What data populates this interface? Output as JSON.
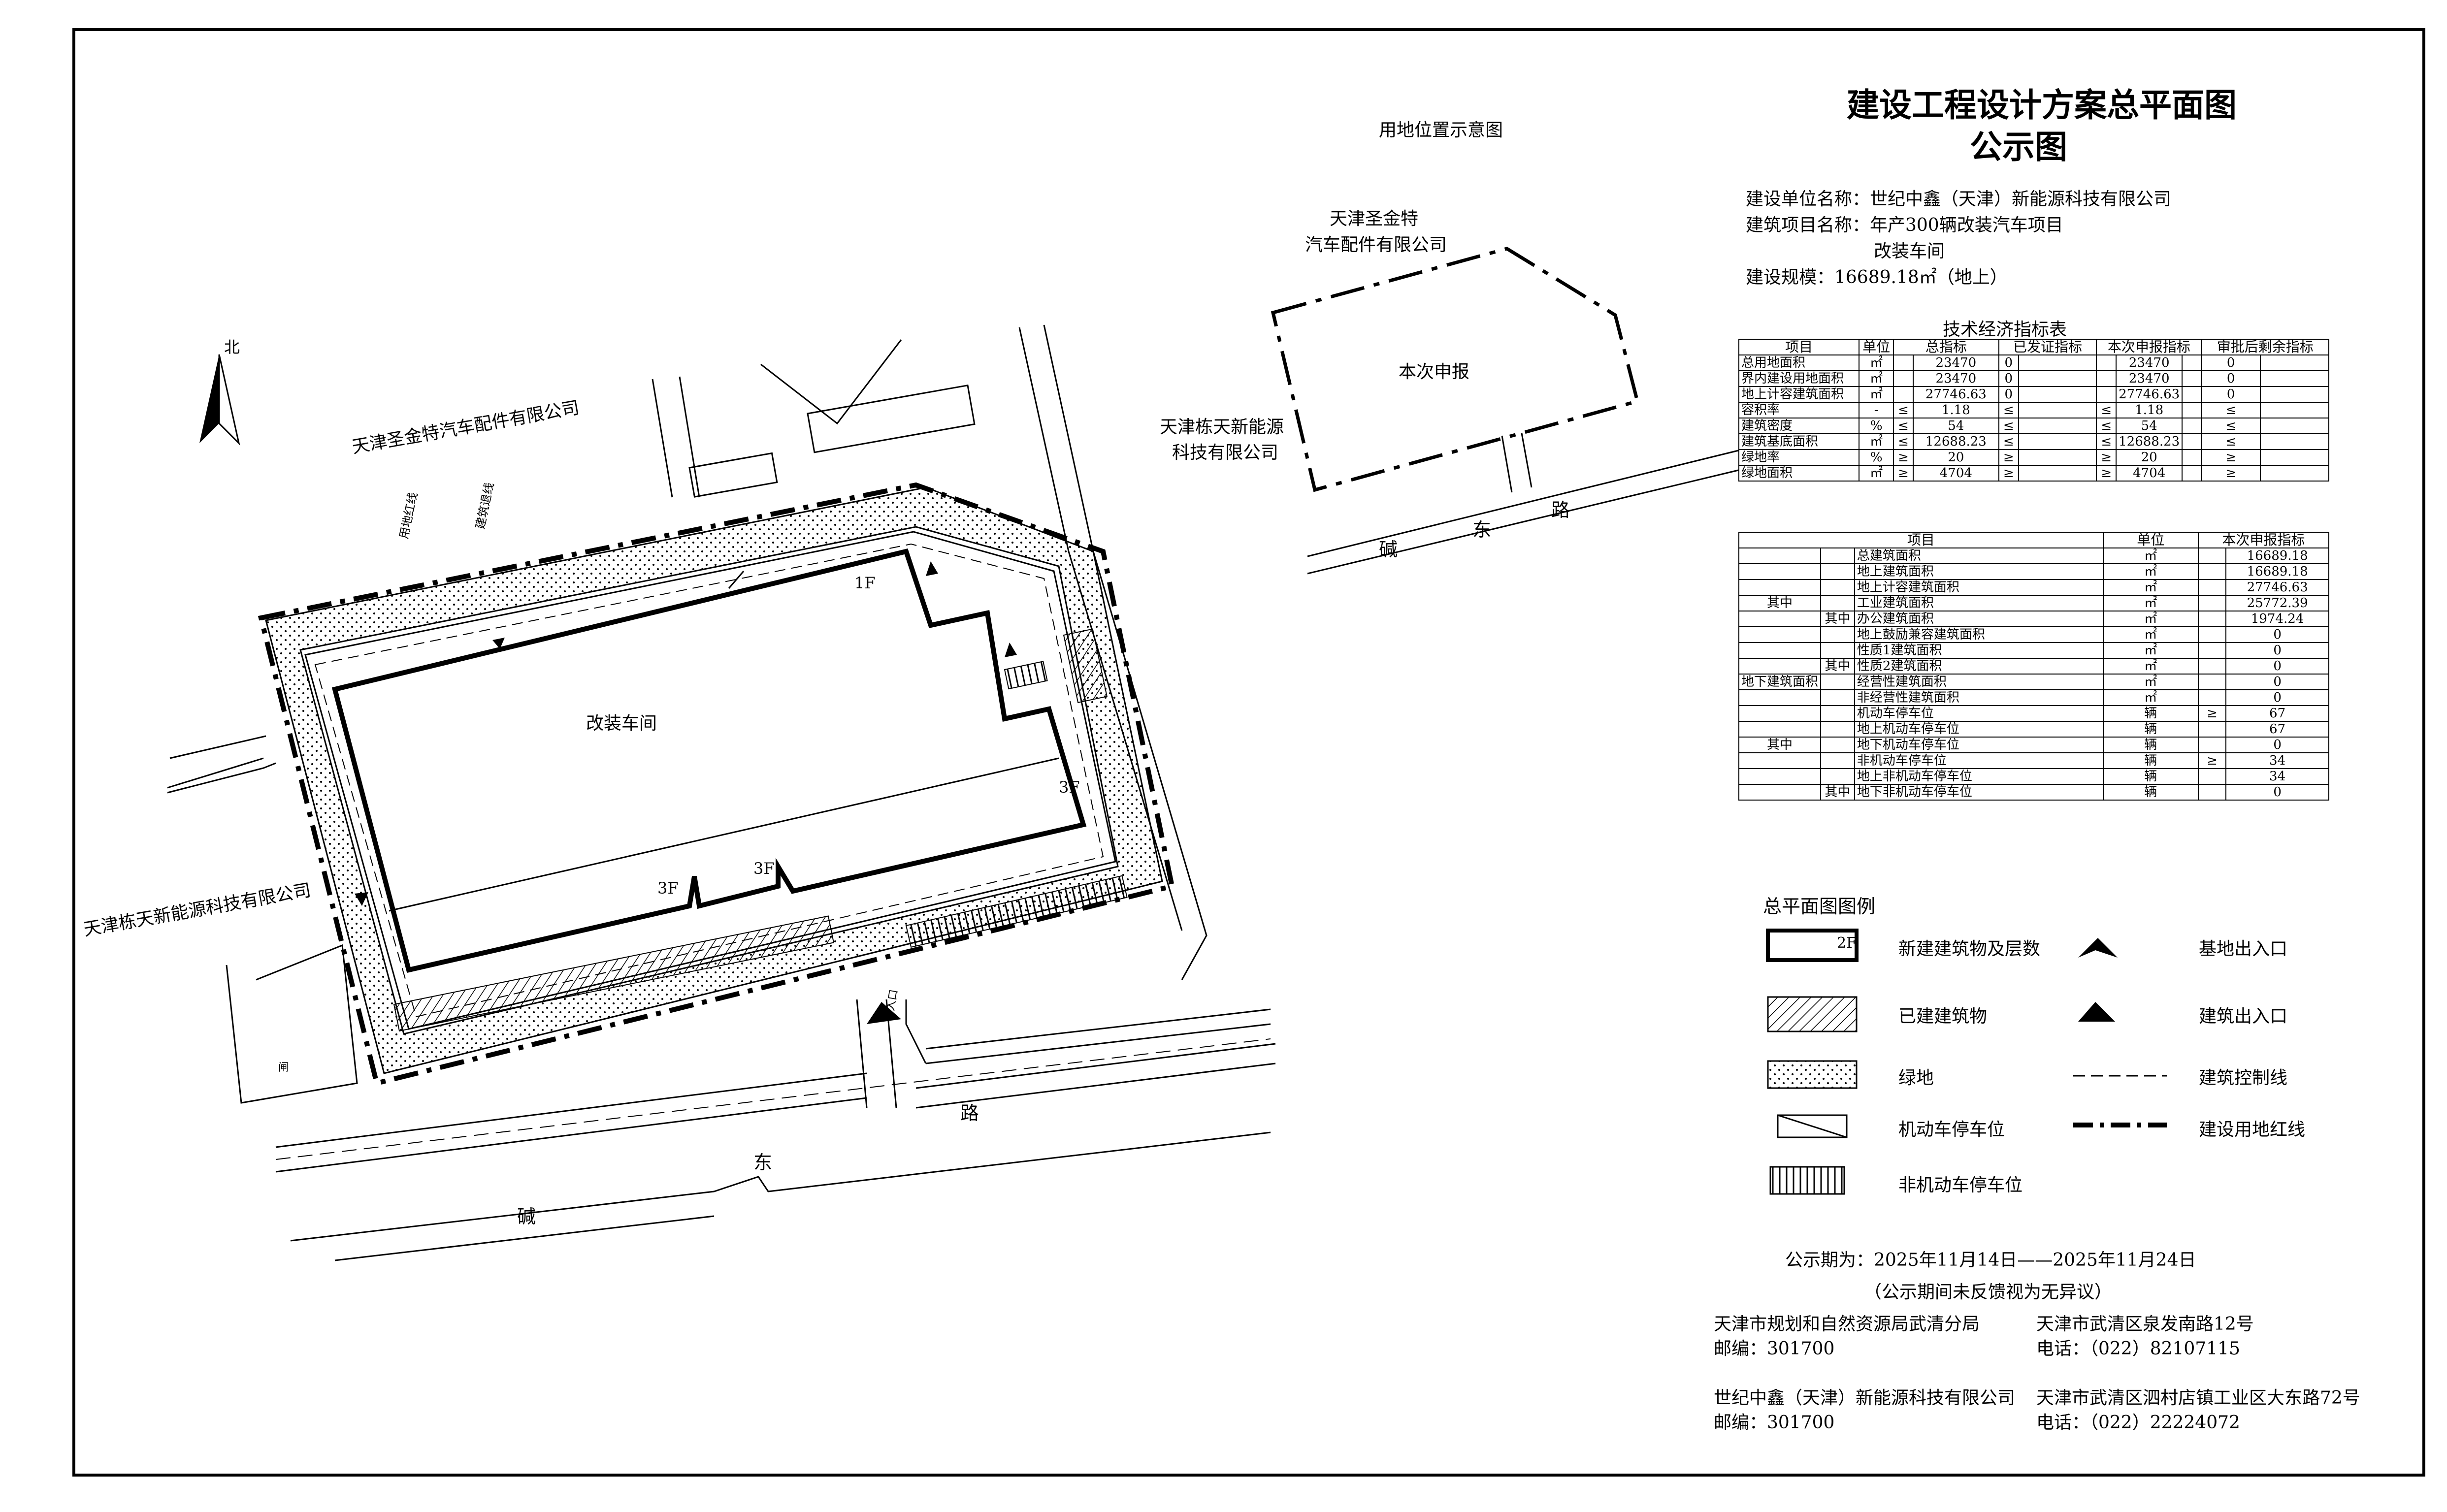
{
  "title": {
    "line1": "建设工程设计方案总平面图",
    "line2": "公示图"
  },
  "location_caption": "用地位置示意图",
  "project_info": {
    "unit": "建设单位名称：世纪中鑫（天津）新能源科技有限公司",
    "project": "建筑项目名称：年产300辆改装汽车项目",
    "project2": "改装车间",
    "scale": "建设规模：16689.18㎡（地上）"
  },
  "site_labels": {
    "neighbor_north": "天津圣金特汽车配件有限公司",
    "neighbor_west": "天津栋天新能源科技有限公司",
    "building": "改装车间",
    "road_1": "碱",
    "road_2": "东",
    "road_3": "路",
    "floor_1f": "1F",
    "floor_3f_a": "3F",
    "floor_3f_b": "3F",
    "floor_3f_c": "3F",
    "north": "北",
    "entrance": "入口",
    "red_line": "用地红线",
    "control_line": "建筑退线",
    "gate": "闸"
  },
  "locator": {
    "top_company_1": "天津圣金特",
    "top_company_2": "汽车配件有限公司",
    "left_company_1": "天津栋天新能源",
    "left_company_2": "科技有限公司",
    "site": "本次申报",
    "road_1": "碱",
    "road_2": "东",
    "road_3": "路"
  },
  "index_table": {
    "title": "技术经济指标表",
    "headers": [
      "项目",
      "单位",
      "总指标",
      "已发证指标",
      "本次申报指标",
      "审批后剩余指标"
    ],
    "rows1": [
      [
        "总用地面积",
        "㎡",
        "",
        "23470",
        "0",
        "",
        "23470",
        "0"
      ],
      [
        "界内建设用地面积",
        "㎡",
        "",
        "23470",
        "0",
        "",
        "23470",
        "0"
      ],
      [
        "地上计容建筑面积",
        "㎡",
        "",
        "27746.63",
        "0",
        "",
        "27746.63",
        "0"
      ],
      [
        "容积率",
        "-",
        "≤",
        "1.18",
        "≤",
        "≤",
        "1.18",
        "≤"
      ],
      [
        "建筑密度",
        "%",
        "≤",
        "54",
        "≤",
        "≤",
        "54",
        "≤"
      ],
      [
        "建筑基底面积",
        "㎡",
        "≤",
        "12688.23",
        "≤",
        "≤",
        "12688.23",
        "≤"
      ],
      [
        "绿地率",
        "%",
        "≥",
        "20",
        "≥",
        "≥",
        "20",
        "≥"
      ],
      [
        "绿地面积",
        "㎡",
        "≥",
        "4704",
        "≥",
        "≥",
        "4704",
        "≥"
      ]
    ],
    "headers2": [
      "项目",
      "单位",
      "本次申报指标"
    ],
    "rows2": [
      [
        "总建筑面积",
        "㎡",
        "",
        "16689.18"
      ],
      [
        "地上建筑面积",
        "㎡",
        "",
        "16689.18"
      ],
      [
        "地上计容建筑面积",
        "㎡",
        "",
        "27746.63"
      ],
      [
        "工业建筑面积",
        "㎡",
        "",
        "25772.39"
      ],
      [
        "办公建筑面积",
        "㎡",
        "",
        "1974.24"
      ],
      [
        "地上鼓励兼容建筑面积",
        "㎡",
        "",
        "0"
      ],
      [
        "性质1建筑面积",
        "㎡",
        "",
        "0"
      ],
      [
        "性质2建筑面积",
        "㎡",
        "",
        "0"
      ],
      [
        "经营性建筑面积",
        "㎡",
        "",
        "0"
      ],
      [
        "非经营性建筑面积",
        "㎡",
        "",
        "0"
      ],
      [
        "机动车停车位",
        "辆",
        "≥",
        "67"
      ],
      [
        "地上机动车停车位",
        "辆",
        "",
        "67"
      ],
      [
        "地下机动车停车位",
        "辆",
        "",
        "0"
      ],
      [
        "非机动车停车位",
        "辆",
        "≥",
        "34"
      ],
      [
        "地上非机动车停车位",
        "辆",
        "",
        "34"
      ],
      [
        "地下非机动车停车位",
        "辆",
        "",
        "0"
      ]
    ],
    "group_labels": {
      "qizhong": "其中",
      "underground": "地下建筑面积"
    }
  },
  "legend": {
    "title": "总平面图图例",
    "items": [
      {
        "symbol": "2F",
        "label": "新建建筑物及层数"
      },
      {
        "label": "已建建筑物"
      },
      {
        "label": "绿地"
      },
      {
        "label": "机动车停车位"
      },
      {
        "label": "非机动车停车位"
      },
      {
        "label": "基地出入口"
      },
      {
        "label": "建筑出入口"
      },
      {
        "label": "建筑控制线"
      },
      {
        "label": "建设用地红线"
      }
    ]
  },
  "footer": {
    "period": "公示期为：2025年11月14日——2025年11月24日",
    "note": "（公示期间未反馈视为无异议）",
    "org1_name": "天津市规划和自然资源局武清分局",
    "org1_zip": "邮编：301700",
    "org1_addr": "天津市武清区泉发南路12号",
    "org1_tel": "电话：（022）82107115",
    "org2_name": "世纪中鑫（天津）新能源科技有限公司",
    "org2_zip": "邮编：301700",
    "org2_addr": "天津市武清区泗村店镇工业区大东路72号",
    "org2_tel": "电话：（022）22224072"
  }
}
